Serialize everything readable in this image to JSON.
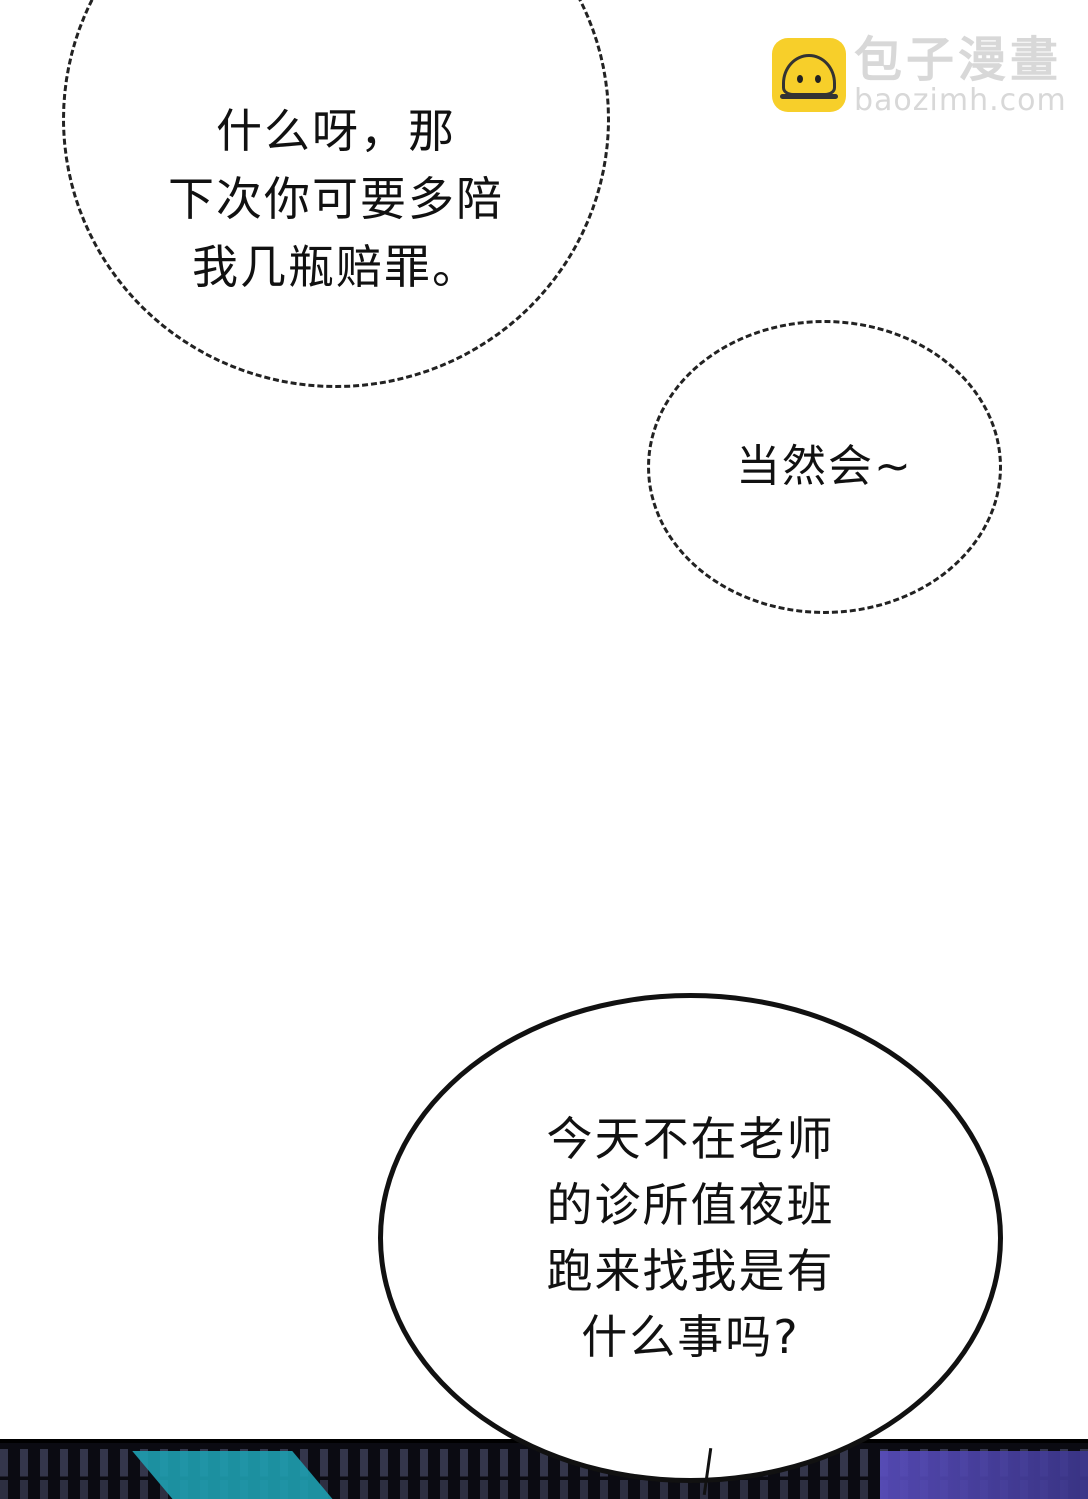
{
  "watermark": {
    "icon": "steamed-bun-icon",
    "title": "包子漫畫",
    "domain": "baozimh.com",
    "colors": {
      "icon_bg": "#f7cf2a",
      "text": "#d8d8d8"
    }
  },
  "bubbles": [
    {
      "style": "dashed",
      "text": "什么呀，那\n下次你可要多陪\n我几瓶赔罪。"
    },
    {
      "style": "dashed",
      "text": "当然会~"
    },
    {
      "style": "solid",
      "text": "今天不在老师\n的诊所值夜班\n跑来找我是有\n什么事吗?"
    }
  ],
  "bottom_panel": {
    "description": "dark night scene with teal and purple neon signage",
    "colors": [
      "#0b0b12",
      "#1e9fb0",
      "#5a4ec0"
    ]
  }
}
